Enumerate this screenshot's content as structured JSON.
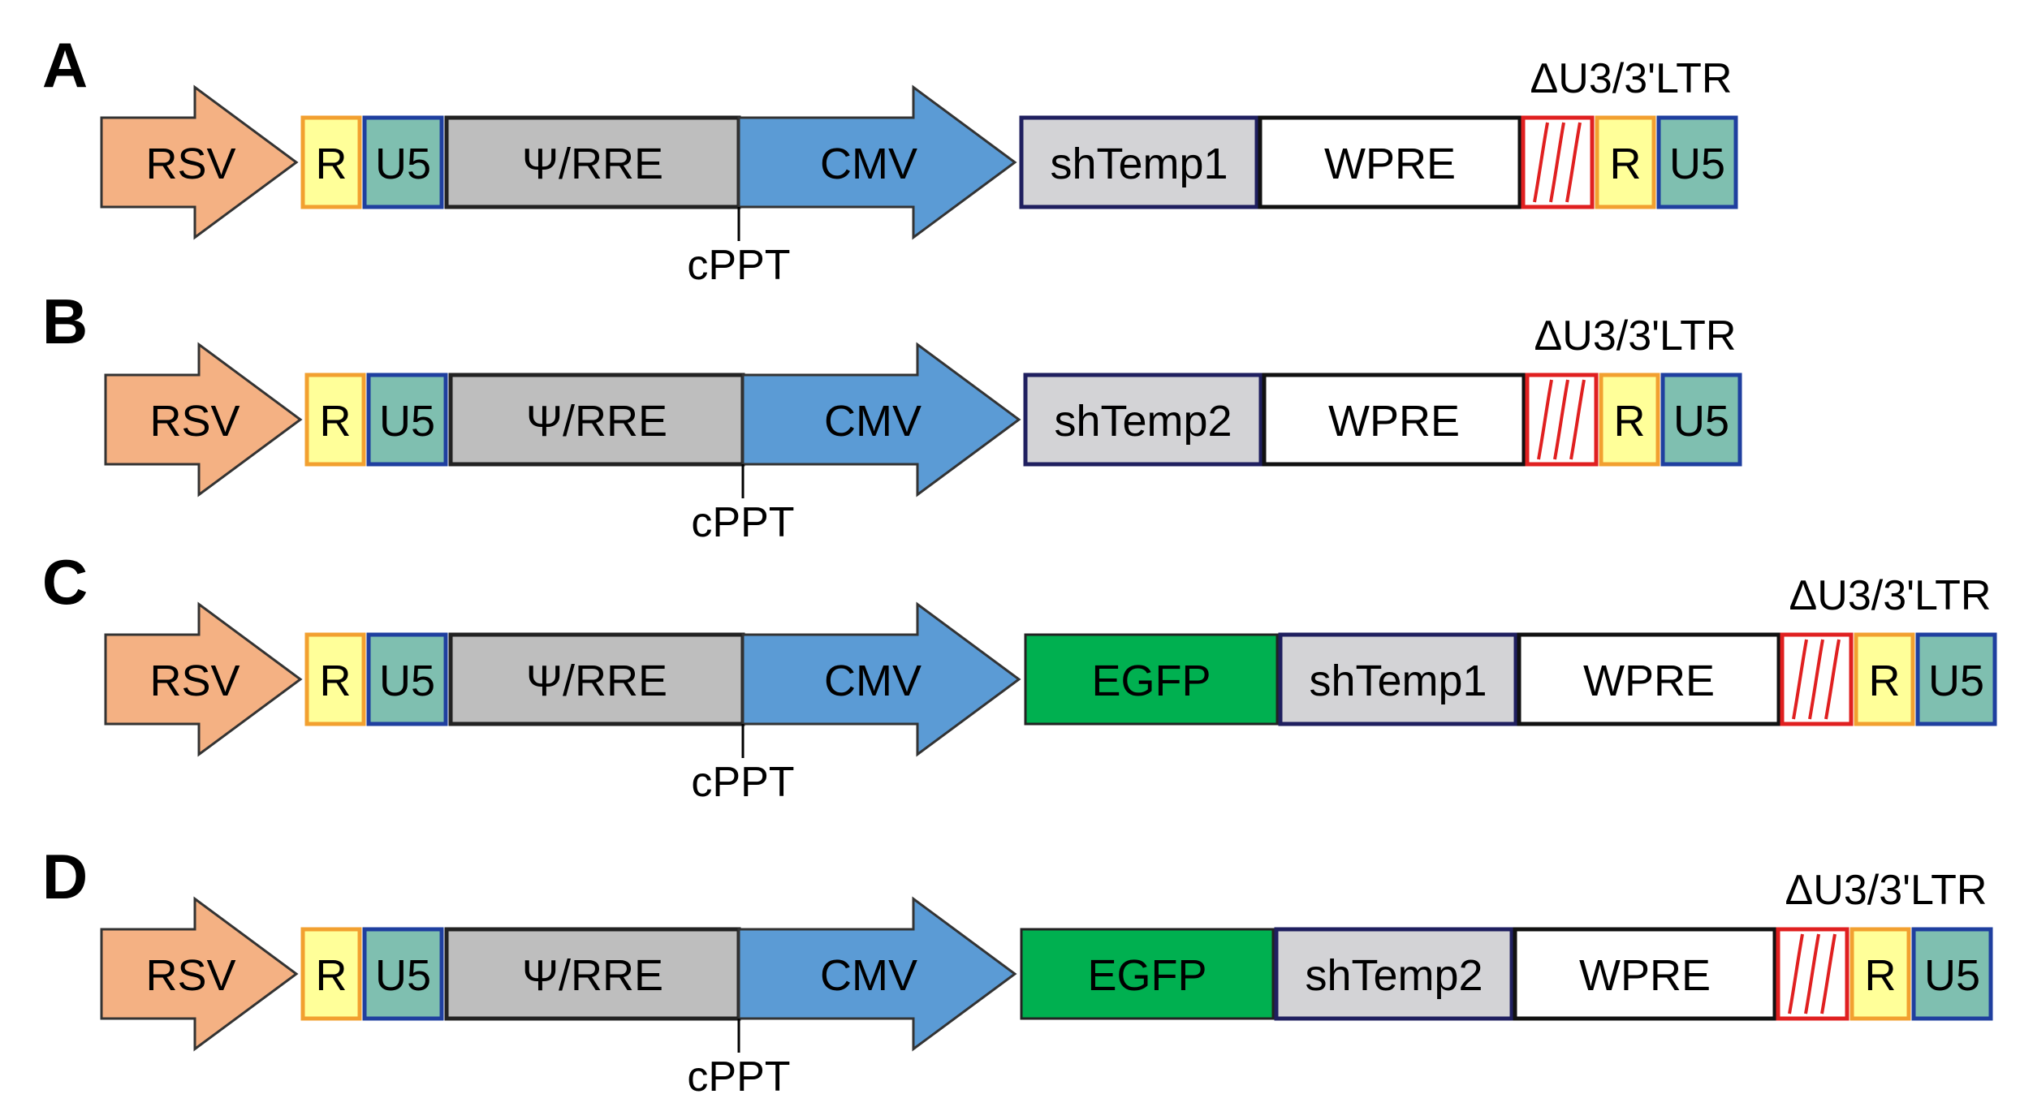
{
  "colors": {
    "rsv": "#F4B183",
    "r": "#FFFF99",
    "r_border": "#F2A030",
    "u5": "#7FBFB0",
    "u5_border": "#1F3F9F",
    "psi": "#BEBEBE",
    "cmv": "#5B9BD5",
    "shtemp": "#D3D3D6",
    "shtemp_border": "#1F1F5F",
    "wpre": "#FFFFFF",
    "egfp": "#00B050",
    "delta_border": "#E02020"
  },
  "constructs": [
    {
      "label": "A",
      "segments": [
        {
          "kind": "rsv",
          "text": "RSV"
        },
        {
          "kind": "r",
          "text": "R"
        },
        {
          "kind": "u5",
          "text": "U5"
        },
        {
          "kind": "psi",
          "text": "Ψ/RRE"
        },
        {
          "kind": "cmv",
          "text": "CMV"
        },
        {
          "kind": "shtemp",
          "text": "shTemp1"
        },
        {
          "kind": "wpre",
          "text": "WPRE"
        },
        {
          "kind": "delta",
          "text": ""
        },
        {
          "kind": "r",
          "text": "R"
        },
        {
          "kind": "u5",
          "text": "U5"
        }
      ],
      "cppt": "cPPT",
      "ltr": "ΔU3/3'LTR"
    },
    {
      "label": "B",
      "segments": [
        {
          "kind": "rsv",
          "text": "RSV"
        },
        {
          "kind": "r",
          "text": "R"
        },
        {
          "kind": "u5",
          "text": "U5"
        },
        {
          "kind": "psi",
          "text": "Ψ/RRE"
        },
        {
          "kind": "cmv",
          "text": "CMV"
        },
        {
          "kind": "shtemp",
          "text": "shTemp2"
        },
        {
          "kind": "wpre",
          "text": "WPRE"
        },
        {
          "kind": "delta",
          "text": ""
        },
        {
          "kind": "r",
          "text": "R"
        },
        {
          "kind": "u5",
          "text": "U5"
        }
      ],
      "cppt": "cPPT",
      "ltr": "ΔU3/3'LTR"
    },
    {
      "label": "C",
      "segments": [
        {
          "kind": "rsv",
          "text": "RSV"
        },
        {
          "kind": "r",
          "text": "R"
        },
        {
          "kind": "u5",
          "text": "U5"
        },
        {
          "kind": "psi",
          "text": "Ψ/RRE"
        },
        {
          "kind": "cmv",
          "text": "CMV"
        },
        {
          "kind": "egfp",
          "text": "EGFP"
        },
        {
          "kind": "shtemp",
          "text": "shTemp1"
        },
        {
          "kind": "wpre",
          "text": "WPRE"
        },
        {
          "kind": "delta",
          "text": ""
        },
        {
          "kind": "r",
          "text": "R"
        },
        {
          "kind": "u5",
          "text": "U5"
        }
      ],
      "cppt": "cPPT",
      "ltr": "ΔU3/3'LTR"
    },
    {
      "label": "D",
      "segments": [
        {
          "kind": "rsv",
          "text": "RSV"
        },
        {
          "kind": "r",
          "text": "R"
        },
        {
          "kind": "u5",
          "text": "U5"
        },
        {
          "kind": "psi",
          "text": "Ψ/RRE"
        },
        {
          "kind": "cmv",
          "text": "CMV"
        },
        {
          "kind": "egfp",
          "text": "EGFP"
        },
        {
          "kind": "shtemp",
          "text": "shTemp2"
        },
        {
          "kind": "wpre",
          "text": "WPRE"
        },
        {
          "kind": "delta",
          "text": ""
        },
        {
          "kind": "r",
          "text": "R"
        },
        {
          "kind": "u5",
          "text": "U5"
        }
      ],
      "cppt": "cPPT",
      "ltr": "ΔU3/3'LTR"
    }
  ]
}
